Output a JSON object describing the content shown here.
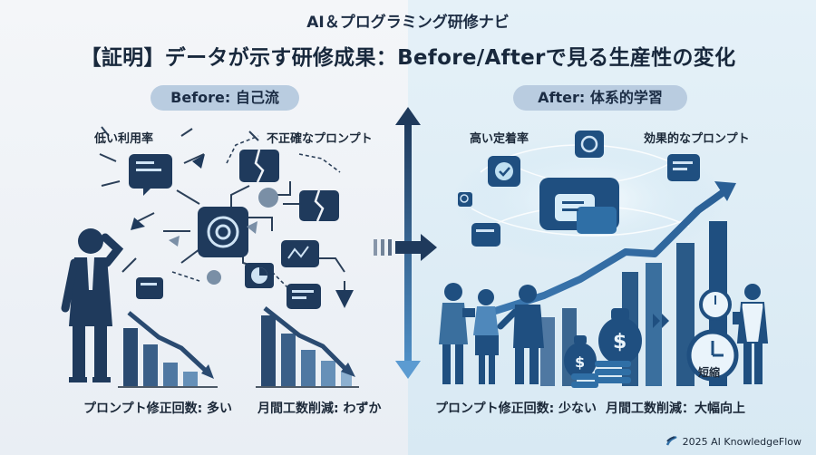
{
  "header": {
    "subtitle": "AI＆プログラミング研修ナビ",
    "title": "【証明】データが示す研修成果：Before/Afterで見る生産性の変化"
  },
  "before": {
    "badge": "Before: 自己流",
    "label_low_usage": "低い利用率",
    "label_bad_prompt": "不正確なプロンプト",
    "metric_prompt_fixes": "プロンプト修正回数: 多い",
    "metric_hours_saved": "月間工数削減: わずか"
  },
  "after": {
    "badge": "After: 体系的学習",
    "label_adoption": "高い定着率",
    "label_good_prompt": "効果的なプロンプト",
    "metric_prompt_fixes": "プロンプト修正回数: 少ない",
    "metric_hours_saved": "月間工数削減：大幅向上",
    "clock_label": "短縮"
  },
  "footer": {
    "copyright": "2025 AI KnowledgeFlow"
  },
  "colors": {
    "navy": "#1f3a5c",
    "accent_blue": "#2f6fa6",
    "dark_text": "#1b2838"
  }
}
